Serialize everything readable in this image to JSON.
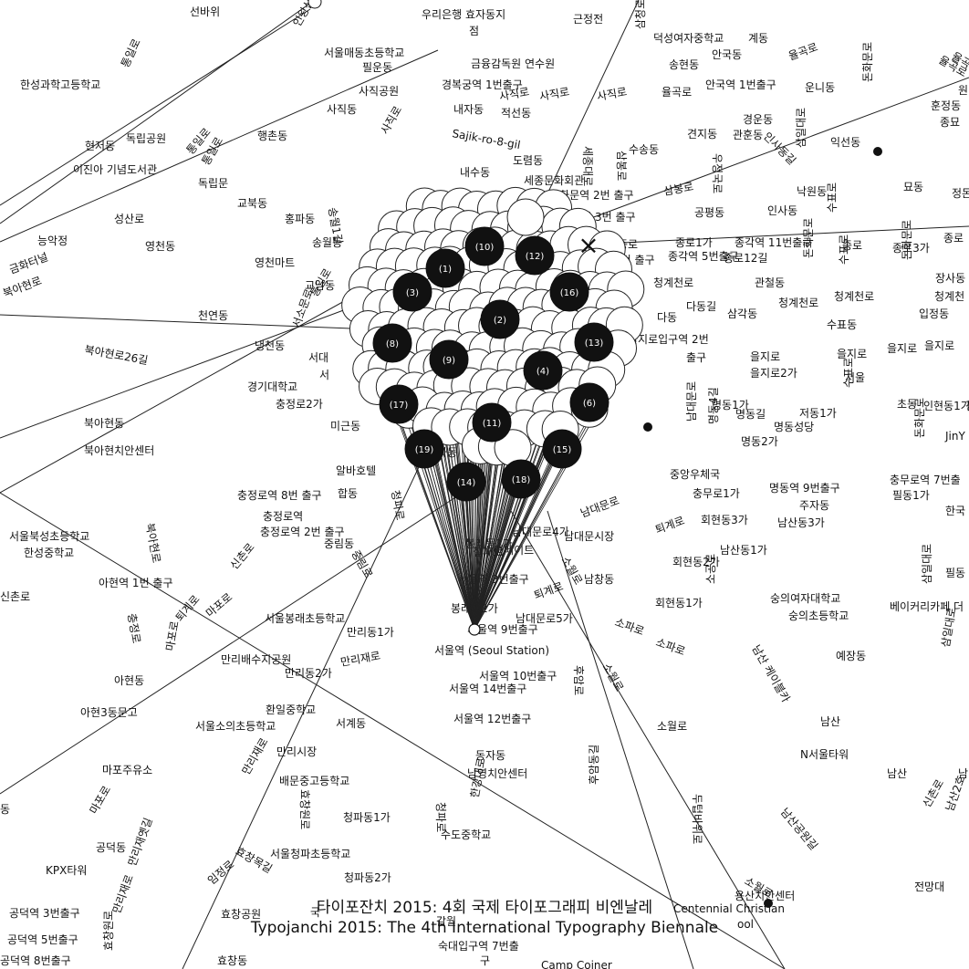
{
  "caption": {
    "ko": "타이포잔치 2015: 4회 국제 타이포그래피 비엔날레",
    "en": "Typojanchi 2015: The 4th International Typography Biennale"
  },
  "marker_x": "×",
  "labels": [
    {
      "t": "선바위"
    },
    {
      "t": "인왕산로"
    },
    {
      "t": "우리은행 효자동지"
    },
    {
      "t": "점"
    },
    {
      "t": "근정전"
    },
    {
      "t": "삼청로"
    },
    {
      "t": "덕성여자중학교"
    },
    {
      "t": "계동"
    },
    {
      "t": "통일로"
    },
    {
      "t": "서울매동초등학교"
    },
    {
      "t": "필운동"
    },
    {
      "t": "금융감독원 연수원"
    },
    {
      "t": "송현동"
    },
    {
      "t": "안국동"
    },
    {
      "t": "율곡로"
    },
    {
      "t": "율곡로"
    },
    {
      "t": "한성과학고등학교"
    },
    {
      "t": "사직공원"
    },
    {
      "t": "경복궁역 1번출구"
    },
    {
      "t": "사직로"
    },
    {
      "t": "사직로"
    },
    {
      "t": "사직로"
    },
    {
      "t": "율곡로"
    },
    {
      "t": "안국역 1번출구"
    },
    {
      "t": "운니동"
    },
    {
      "t": "돈화문로"
    },
    {
      "t": "훈정동"
    },
    {
      "t": "종묘"
    },
    {
      "t": "사직동"
    },
    {
      "t": "내자동"
    },
    {
      "t": "적선동"
    },
    {
      "t": "사직로"
    },
    {
      "t": "경운동"
    },
    {
      "t": "현저동"
    },
    {
      "t": "독립공원"
    },
    {
      "t": "통일로"
    },
    {
      "t": "행촌동"
    },
    {
      "t": "Sajik-ro-8-gil"
    },
    {
      "t": "세종대로"
    },
    {
      "t": "삼봉로"
    },
    {
      "t": "견지동"
    },
    {
      "t": "관훈동"
    },
    {
      "t": "우정국로"
    },
    {
      "t": "인사동길"
    },
    {
      "t": "삼일대로"
    },
    {
      "t": "익선동"
    },
    {
      "t": "이진아 기념도서관"
    },
    {
      "t": "수송동"
    },
    {
      "t": "도렴동"
    },
    {
      "t": "독립문"
    },
    {
      "t": "내수동"
    },
    {
      "t": "세종문화회관"
    },
    {
      "t": "통일로"
    },
    {
      "t": "광화문역 2번 출구"
    },
    {
      "t": "삼봉로"
    },
    {
      "t": "낙원동"
    },
    {
      "t": "수표로"
    },
    {
      "t": "묘동"
    },
    {
      "t": "교북동"
    },
    {
      "t": "송월1길"
    },
    {
      "t": "홍파동"
    },
    {
      "t": "광화문역 3번 출구"
    },
    {
      "t": "공평동"
    },
    {
      "t": "인사동"
    },
    {
      "t": "성산로"
    },
    {
      "t": "능악정"
    },
    {
      "t": "영천동"
    },
    {
      "t": "송월동"
    },
    {
      "t": "종로"
    },
    {
      "t": "종로1가"
    },
    {
      "t": "종각역 11번출구"
    },
    {
      "t": "종로"
    },
    {
      "t": "종로3가"
    },
    {
      "t": "종로"
    },
    {
      "t": "금화터널"
    },
    {
      "t": "영천마트"
    },
    {
      "t": "광화문역 5번 출구"
    },
    {
      "t": "종각역 5번출구"
    },
    {
      "t": "종로12길"
    },
    {
      "t": "돈화문로"
    },
    {
      "t": "수표로"
    },
    {
      "t": "돈화문로"
    },
    {
      "t": "장사동"
    },
    {
      "t": "북아현로"
    },
    {
      "t": "교남동"
    },
    {
      "t": "청계천로"
    },
    {
      "t": "청계천로"
    },
    {
      "t": "관철동"
    },
    {
      "t": "청계천로"
    },
    {
      "t": "청계천로"
    },
    {
      "t": "청계천"
    },
    {
      "t": "통일로"
    },
    {
      "t": "천연동"
    },
    {
      "t": "무교동"
    },
    {
      "t": "다동길"
    },
    {
      "t": "다동"
    },
    {
      "t": "삼각동"
    },
    {
      "t": "입정동"
    },
    {
      "t": "서소문로"
    },
    {
      "t": "평로1가"
    },
    {
      "t": "수표동"
    },
    {
      "t": "냉천동"
    },
    {
      "t": "서대"
    },
    {
      "t": "을지로입구역 2번"
    },
    {
      "t": "을지로"
    },
    {
      "t": "을지로"
    },
    {
      "t": "을지로"
    },
    {
      "t": "을지로"
    },
    {
      "t": "북아현로26길"
    },
    {
      "t": "출구"
    },
    {
      "t": "을지로2가"
    },
    {
      "t": "서울"
    },
    {
      "t": "서"
    },
    {
      "t": "경기대학교"
    },
    {
      "t": "수표로"
    },
    {
      "t": "충정로2가"
    },
    {
      "t": "명동1가"
    },
    {
      "t": "명동길"
    },
    {
      "t": "저동1가"
    },
    {
      "t": "초동"
    },
    {
      "t": "인현동1가"
    },
    {
      "t": "남대문로"
    },
    {
      "t": "명동성당"
    },
    {
      "t": "돈화문로"
    },
    {
      "t": "북아현동"
    },
    {
      "t": "미근동"
    },
    {
      "t": "명동2가"
    },
    {
      "t": "명동4길"
    },
    {
      "t": "JinY"
    },
    {
      "t": "북아현치안센터"
    },
    {
      "t": "서소"
    },
    {
      "t": "알바호텔"
    },
    {
      "t": "중앙우체국"
    },
    {
      "t": "충무로역 7번출"
    },
    {
      "t": "충무로1가"
    },
    {
      "t": "명동역 9번출구"
    },
    {
      "t": "필동1가"
    },
    {
      "t": "주자동"
    },
    {
      "t": "충정로역 8번 출구"
    },
    {
      "t": "합동"
    },
    {
      "t": "청파로"
    },
    {
      "t": "남대문로"
    },
    {
      "t": "퇴계로"
    },
    {
      "t": "회현동3가"
    },
    {
      "t": "남산동3가"
    },
    {
      "t": "한국"
    },
    {
      "t": "북아현로"
    },
    {
      "t": "충정로역"
    },
    {
      "t": "충정로역 2번 출구"
    },
    {
      "t": "남대문로4가"
    },
    {
      "t": "칠패로"
    },
    {
      "t": "미메이트"
    },
    {
      "t": "남대문시장"
    },
    {
      "t": "서울북성초등학교"
    },
    {
      "t": "중림동"
    },
    {
      "t": "봉래동1가"
    },
    {
      "t": "중림로"
    },
    {
      "t": "남산동1가"
    },
    {
      "t": "한성중학교"
    },
    {
      "t": "회현동2가"
    },
    {
      "t": "소공로"
    },
    {
      "t": "퇴계로"
    },
    {
      "t": "서울역 3번출구"
    },
    {
      "t": "남창동"
    },
    {
      "t": "소월로"
    },
    {
      "t": "삼일대로"
    },
    {
      "t": "필동"
    },
    {
      "t": "아현역 1번 출구"
    },
    {
      "t": "신촌로"
    },
    {
      "t": "신촌로"
    },
    {
      "t": "퇴계로"
    },
    {
      "t": "회현동1가"
    },
    {
      "t": "숭의여자대학교"
    },
    {
      "t": "봉래동2가"
    },
    {
      "t": "남대문로5가"
    },
    {
      "t": "베이커리카페 더"
    },
    {
      "t": "충정로"
    },
    {
      "t": "마포로"
    },
    {
      "t": "서울봉래초등학교"
    },
    {
      "t": "서울역 9번출구"
    },
    {
      "t": "소파로"
    },
    {
      "t": "숭의초등학교"
    },
    {
      "t": "소파로"
    },
    {
      "t": "만리동1가"
    },
    {
      "t": "남산 케이블카"
    },
    {
      "t": "서울역 (Seoul Station)"
    },
    {
      "t": "후암로"
    },
    {
      "t": "만리배수지공원"
    },
    {
      "t": "예장동"
    },
    {
      "t": "만리동2가"
    },
    {
      "t": "만리재로"
    },
    {
      "t": "마포로"
    },
    {
      "t": "아현동"
    },
    {
      "t": "서울역 10번출구"
    },
    {
      "t": "서울역 14번출구"
    },
    {
      "t": "삼일대로"
    },
    {
      "t": "소월로"
    },
    {
      "t": "아현3동문고"
    },
    {
      "t": "환일중학교"
    },
    {
      "t": "서계동"
    },
    {
      "t": "서울역 12번출구"
    },
    {
      "t": "서울소의초등학교"
    },
    {
      "t": "남산"
    },
    {
      "t": "소월로"
    },
    {
      "t": "만리시장"
    },
    {
      "t": "N서울타워"
    },
    {
      "t": "동자동"
    },
    {
      "t": "마포주유소"
    },
    {
      "t": "만리재로"
    },
    {
      "t": "남영치안센터"
    },
    {
      "t": "남산"
    },
    {
      "t": "남"
    },
    {
      "t": "배문중고등학교"
    },
    {
      "t": "효창원로"
    },
    {
      "t": "후암동길"
    },
    {
      "t": "두텁바위로"
    },
    {
      "t": "마포로"
    },
    {
      "t": "청파동1가"
    },
    {
      "t": "청파로"
    },
    {
      "t": "한강대로"
    },
    {
      "t": "남산공원길"
    },
    {
      "t": "남산2호"
    },
    {
      "t": "동"
    },
    {
      "t": "수도중학교"
    },
    {
      "t": "공덕동"
    },
    {
      "t": "만리재옛길"
    },
    {
      "t": "효창목길"
    },
    {
      "t": "서울청파초등학교"
    },
    {
      "t": "KPX타워"
    },
    {
      "t": "임정로"
    },
    {
      "t": "청파동2가"
    },
    {
      "t": "소월로"
    },
    {
      "t": "전망대"
    },
    {
      "t": "만리재로"
    },
    {
      "t": "용산치안센터"
    },
    {
      "t": "공덕역 3번출구"
    },
    {
      "t": "효창공원"
    },
    {
      "t": "국"
    },
    {
      "t": "갈월"
    },
    {
      "t": "Centennial Christian"
    },
    {
      "t": "공덕역 5번출구"
    },
    {
      "t": "숙대입구역 7번출"
    },
    {
      "t": "ool"
    },
    {
      "t": "공덕역 8번출구"
    },
    {
      "t": "효창동"
    },
    {
      "t": "구"
    },
    {
      "t": "Camp Coiner"
    },
    {
      "t": "원"
    },
    {
      "t": "정돈"
    },
    {
      "t": "율곡로"
    },
    {
      "t": "효창원로"
    },
    {
      "t": "신촌로"
    },
    {
      "t": "당"
    },
    {
      "t": "평"
    },
    {
      "t": "을"
    },
    {
      "t": "화동"
    },
    {
      "t": "구"
    },
    {
      "t": "정"
    }
  ],
  "balloons": [
    {
      "n": "(1)"
    },
    {
      "n": "(2)"
    },
    {
      "n": "(3)"
    },
    {
      "n": "(4)"
    },
    {
      "n": "(6)"
    },
    {
      "n": "(8)"
    },
    {
      "n": "(9)"
    },
    {
      "n": "(10)"
    },
    {
      "n": "(11)"
    },
    {
      "n": "(12)"
    },
    {
      "n": "(13)"
    },
    {
      "n": "(14)"
    },
    {
      "n": "(15)"
    },
    {
      "n": "(16)"
    },
    {
      "n": "(17)"
    },
    {
      "n": "(18)"
    },
    {
      "n": "(19)"
    }
  ]
}
